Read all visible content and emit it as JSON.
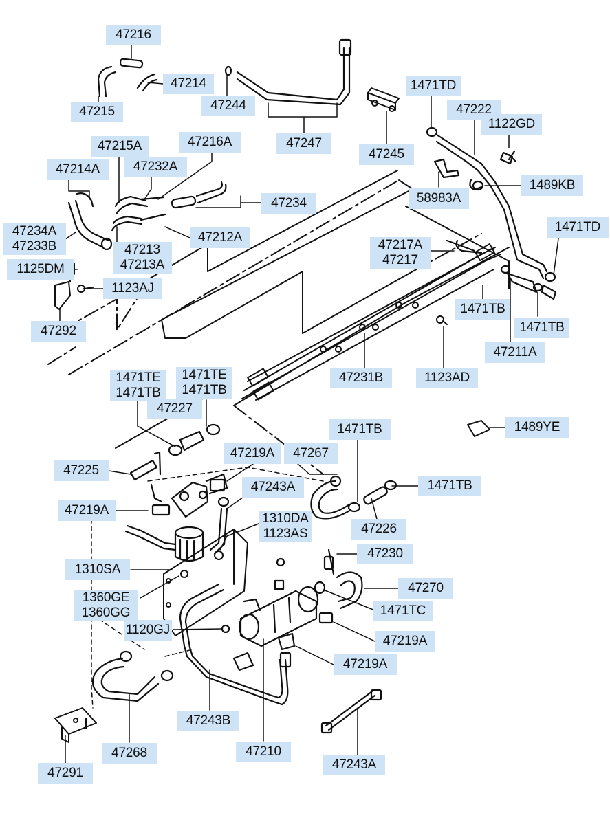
{
  "parts": [
    {
      "id": "l1",
      "text": "47216"
    },
    {
      "id": "l2",
      "text": "47214"
    },
    {
      "id": "l3",
      "text": "47215"
    },
    {
      "id": "l4",
      "text": "47244"
    },
    {
      "id": "l5",
      "text": "47247"
    },
    {
      "id": "l6",
      "text": "47245"
    },
    {
      "id": "l7",
      "text": "1471TD"
    },
    {
      "id": "l8",
      "text": "47222"
    },
    {
      "id": "l9",
      "text": "1122GD"
    },
    {
      "id": "l10",
      "text": "47215A"
    },
    {
      "id": "l11",
      "text": "47216A"
    },
    {
      "id": "l12",
      "text": "47214A"
    },
    {
      "id": "l13",
      "text": "47232A"
    },
    {
      "id": "l14",
      "text": "47234"
    },
    {
      "id": "l15",
      "text": "1489KB"
    },
    {
      "id": "l16",
      "text": "58983A"
    },
    {
      "id": "l17",
      "text": "47234A\n47233B"
    },
    {
      "id": "l18",
      "text": "47213\n47213A"
    },
    {
      "id": "l19",
      "text": "47212A"
    },
    {
      "id": "l20",
      "text": "1471TD"
    },
    {
      "id": "l21",
      "text": "47217A\n47217"
    },
    {
      "id": "l22",
      "text": "1125DM"
    },
    {
      "id": "l23",
      "text": "1123AJ"
    },
    {
      "id": "l24",
      "text": "1471TB"
    },
    {
      "id": "l25",
      "text": "1471TB"
    },
    {
      "id": "l26",
      "text": "47292"
    },
    {
      "id": "l27",
      "text": "47211A"
    },
    {
      "id": "l28",
      "text": "1471TE\n1471TB"
    },
    {
      "id": "l29",
      "text": "1471TE\n1471TB"
    },
    {
      "id": "l30",
      "text": "47231B"
    },
    {
      "id": "l31",
      "text": "1123AD"
    },
    {
      "id": "l32",
      "text": "47227"
    },
    {
      "id": "l33",
      "text": "1489YE"
    },
    {
      "id": "l34",
      "text": "1471TB"
    },
    {
      "id": "l35",
      "text": "47219A"
    },
    {
      "id": "l36",
      "text": "47267"
    },
    {
      "id": "l37",
      "text": "47225"
    },
    {
      "id": "l38",
      "text": "47243A"
    },
    {
      "id": "l39",
      "text": "1471TB"
    },
    {
      "id": "l40",
      "text": "47219A"
    },
    {
      "id": "l41",
      "text": "1310DA\n1123AS"
    },
    {
      "id": "l42",
      "text": "47226"
    },
    {
      "id": "l43",
      "text": "47230"
    },
    {
      "id": "l44",
      "text": "1310SA"
    },
    {
      "id": "l45",
      "text": "47270"
    },
    {
      "id": "l46",
      "text": "1360GE\n1360GG"
    },
    {
      "id": "l47",
      "text": "1471TC"
    },
    {
      "id": "l48",
      "text": "1120GJ"
    },
    {
      "id": "l49",
      "text": "47219A"
    },
    {
      "id": "l50",
      "text": "47219A"
    },
    {
      "id": "l51",
      "text": "47243B"
    },
    {
      "id": "l52",
      "text": "47268"
    },
    {
      "id": "l53",
      "text": "47210"
    },
    {
      "id": "l54",
      "text": "47291"
    },
    {
      "id": "l55",
      "text": "47243A"
    }
  ]
}
